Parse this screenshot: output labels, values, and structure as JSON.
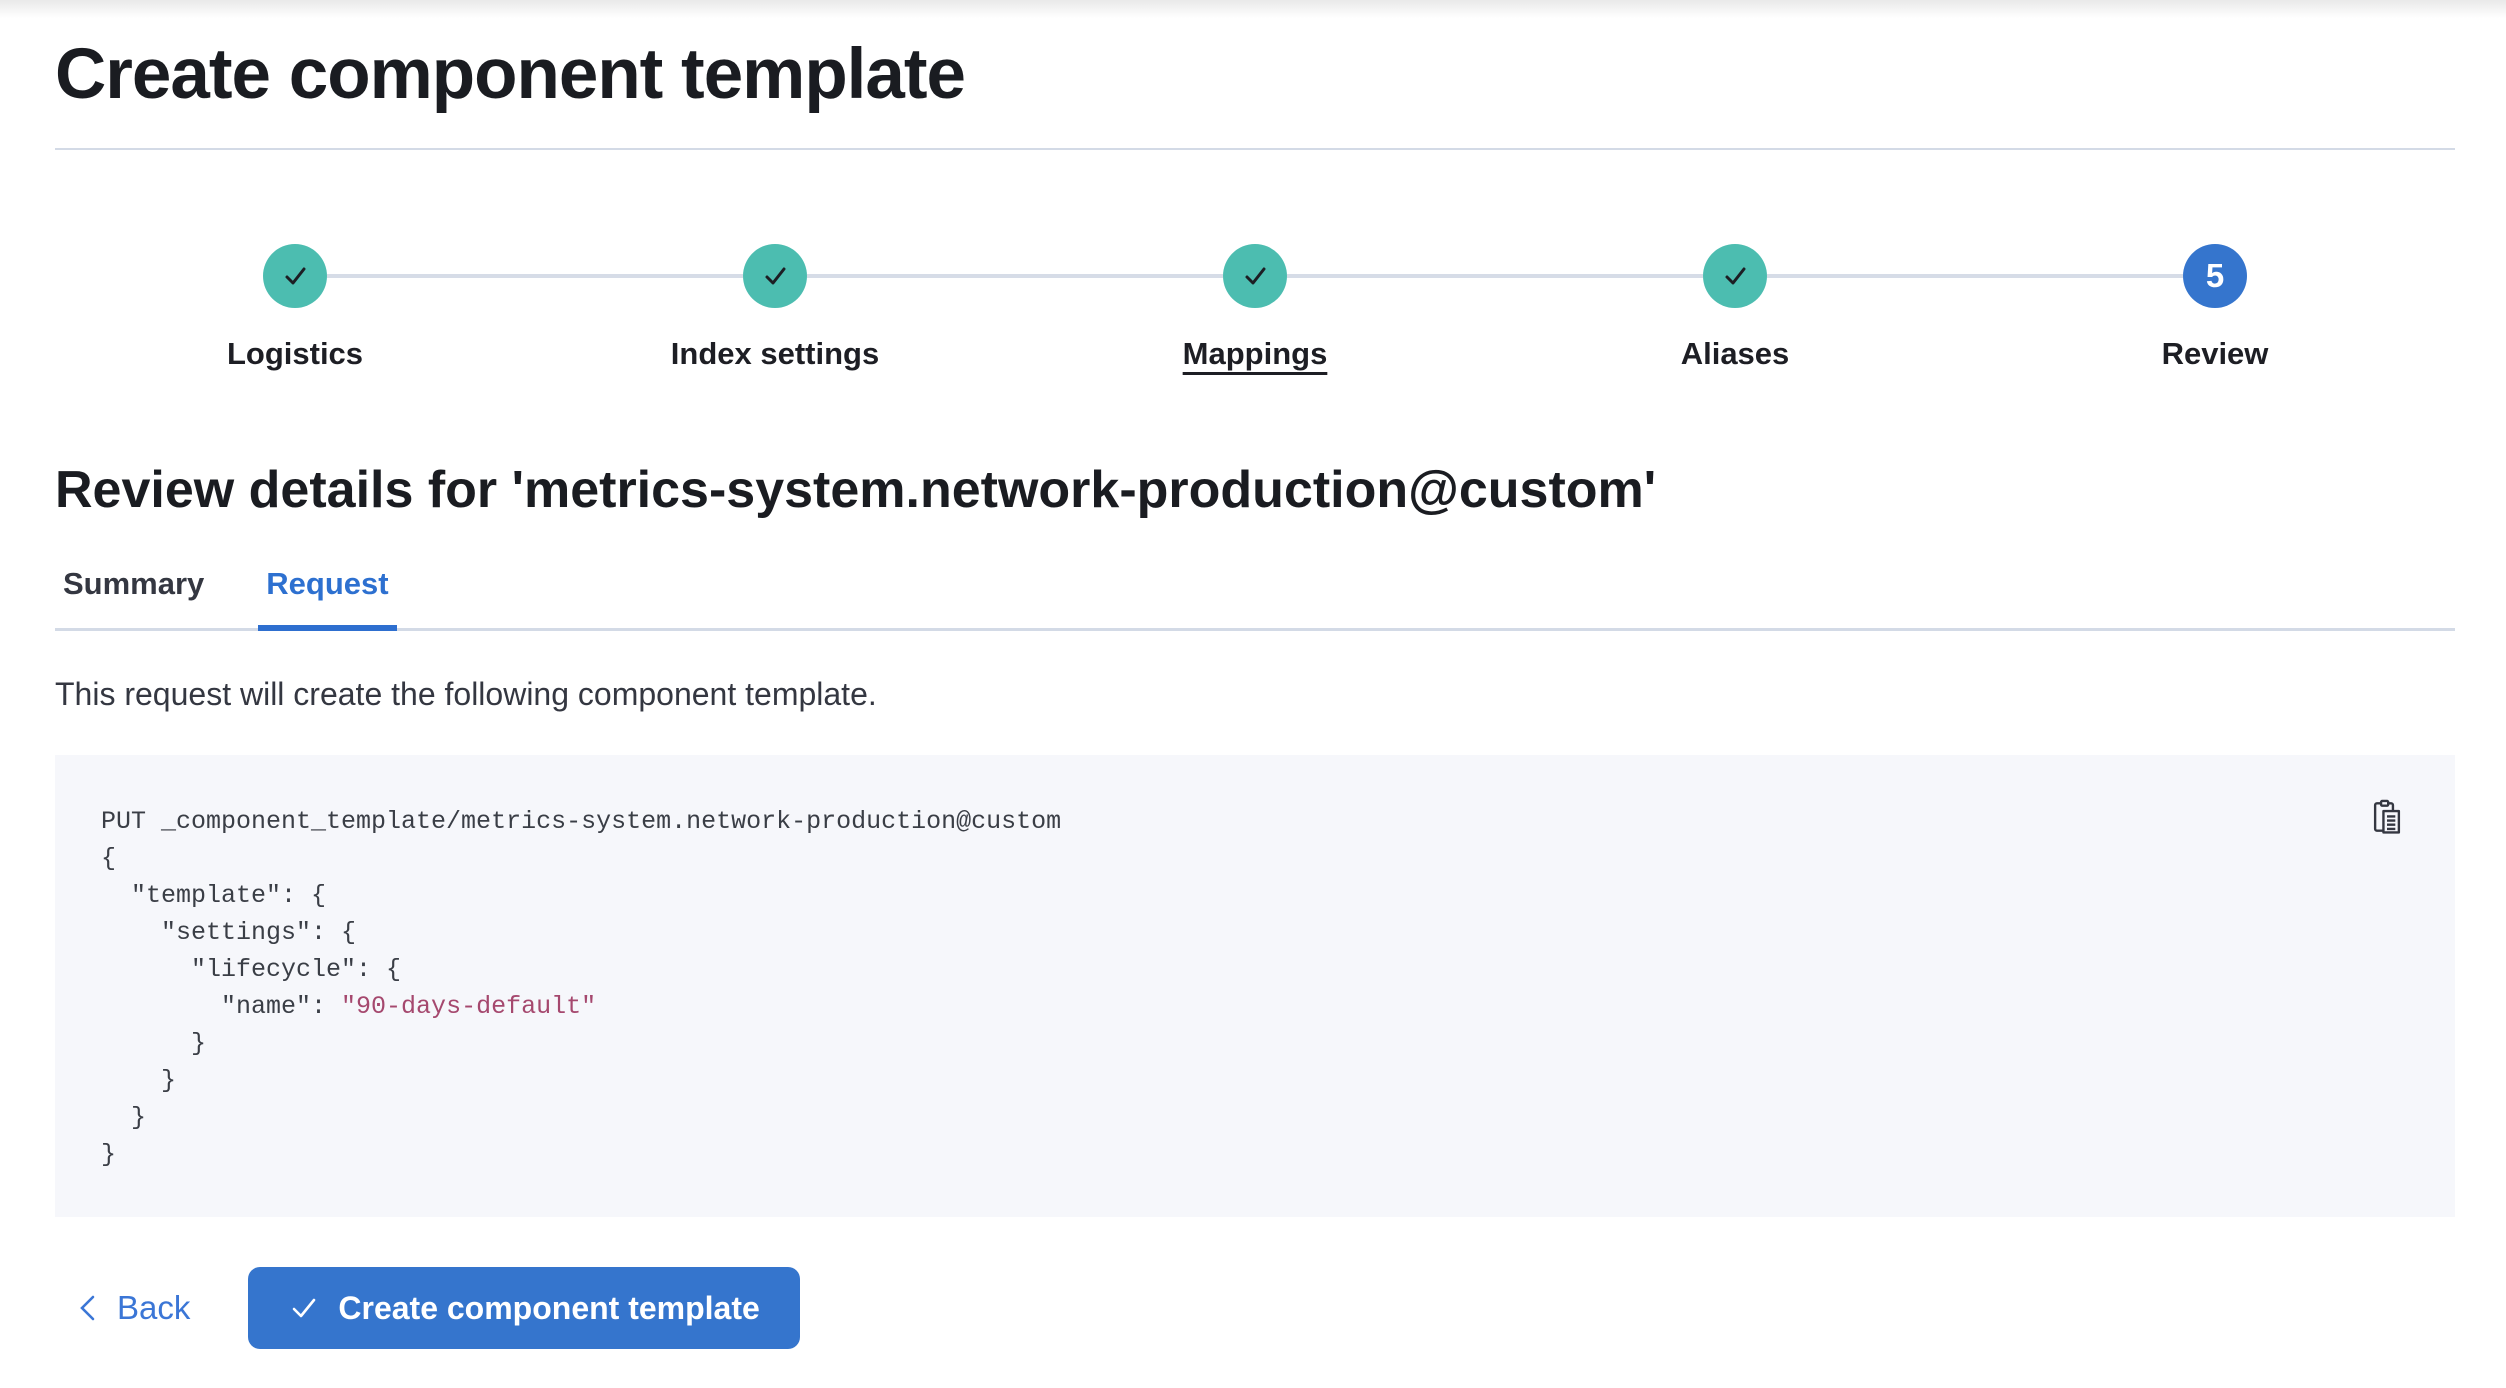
{
  "page": {
    "title": "Create component template"
  },
  "stepper": {
    "steps": [
      {
        "label": "Logistics",
        "status": "complete",
        "icon": "check-icon"
      },
      {
        "label": "Index settings",
        "status": "complete",
        "icon": "check-icon"
      },
      {
        "label": "Mappings",
        "status": "complete",
        "icon": "check-icon"
      },
      {
        "label": "Aliases",
        "status": "complete",
        "icon": "check-icon"
      },
      {
        "label": "Review",
        "status": "current",
        "number": "5"
      }
    ]
  },
  "review": {
    "heading": "Review details for 'metrics-system.network-production@custom'"
  },
  "tabs": {
    "items": [
      {
        "label": "Summary"
      },
      {
        "label": "Request"
      }
    ],
    "selected": "Request"
  },
  "request_tab": {
    "description": "This request will create the following component template.",
    "copy_icon": "copy-clipboard-icon"
  },
  "code": {
    "lines": [
      {
        "text": "PUT _component_template/metrics-system.network-production@custom"
      },
      {
        "text": "{"
      },
      {
        "text": "  \"template\": {"
      },
      {
        "text": "    \"settings\": {"
      },
      {
        "text": "      \"lifecycle\": {"
      },
      {
        "text": "        \"name\": ",
        "value": "\"90-days-default\""
      },
      {
        "text": "      }"
      },
      {
        "text": "    }"
      },
      {
        "text": "  }"
      },
      {
        "text": "}"
      }
    ]
  },
  "footer": {
    "back_label": "Back",
    "create_label": "Create component template"
  },
  "colors": {
    "step_complete_teal": "#4CBDB0",
    "primary_blue": "#3575CD",
    "tab_selected_blue": "#2D70D0",
    "code_string_rose": "#A5486E",
    "divider_gray": "#D3DAE6",
    "code_background": "#F6F7FB"
  }
}
